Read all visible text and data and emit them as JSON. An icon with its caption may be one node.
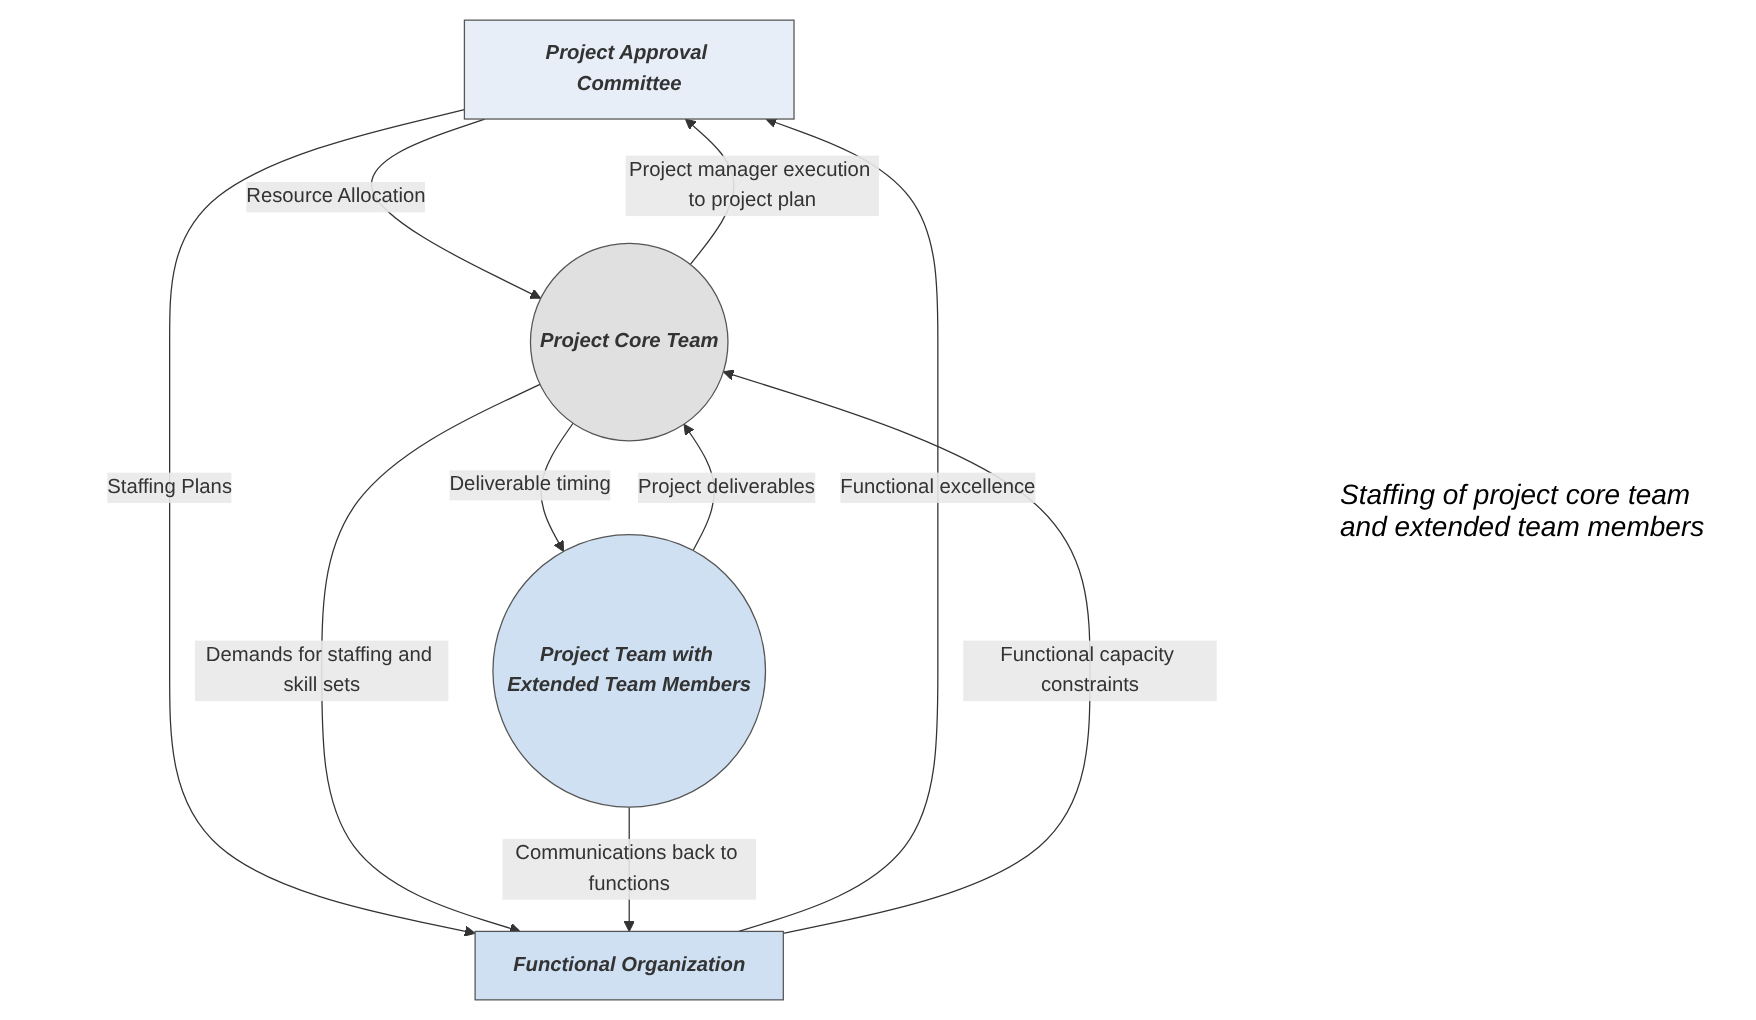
{
  "diagram": {
    "nodes": [
      {
        "text": [
          "Project Approval Committee"
        ]
      },
      {
        "text": [
          "Functional Organization"
        ]
      },
      {
        "text": [
          "Project Core Team"
        ]
      },
      {
        "text": [
          "Project Team with Extended Team Members"
        ]
      }
    ],
    "edges": [
      {
        "from": 2,
        "to": 0,
        "arrow": "to",
        "label": "Project manager execution to project plan"
      },
      {
        "from": 0,
        "to": 2,
        "arrow": "to",
        "label": "Resource Allocation"
      },
      {
        "from": 0,
        "to": 1,
        "arrow": "to",
        "label": "Staffing Plans"
      },
      {
        "from": 1,
        "to": 0,
        "arrow": "to",
        "label": "Functional excellence"
      },
      {
        "from": 2,
        "to": 1,
        "arrow": "to",
        "label": "Demands for staffing and skill sets"
      },
      {
        "from": 1,
        "to": 2,
        "arrow": "to",
        "label": "Functional capacity constraints"
      },
      {
        "from": 2,
        "to": 3,
        "arrow": "to",
        "label": "Deliverable timing"
      },
      {
        "from": 3,
        "to": 2,
        "arrow": "to",
        "label": "Project deliverables"
      },
      {
        "from": 3,
        "to": 1,
        "arrow": "to",
        "label": "Communications back to functions"
      }
    ],
    "labels": [
      "Staffing of project core team and extended team members"
    ]
  }
}
